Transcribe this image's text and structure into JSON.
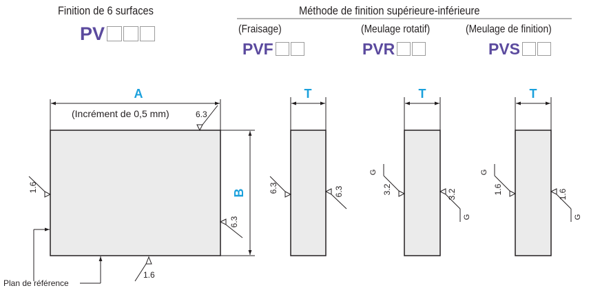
{
  "header": {
    "six_face_title": "Finition de 6 surfaces",
    "top_bottom_title": "Méthode de finition supérieure-inférieure",
    "milling_label": "(Fraisage)",
    "rotary_label": "(Meulage rotatif)",
    "finish_grind_label": "(Meulage de finition)"
  },
  "codes": {
    "six_face": "PV",
    "milling": "PVF",
    "rotary": "PVR",
    "finish_grind": "PVS"
  },
  "dimensions": {
    "a": "A",
    "b": "B",
    "t": "T",
    "increment": "(Incrément de 0,5 mm)"
  },
  "roughness": {
    "r63": "6.3",
    "r32": "3.2",
    "r16": "1.6",
    "g": "G"
  },
  "reference_plane": "Plan de référence",
  "colors": {
    "code_purple": "#5b4a9e",
    "dimension_blue": "#1aa0dc",
    "part_fill": "#ebebeb",
    "line": "#231f20"
  }
}
